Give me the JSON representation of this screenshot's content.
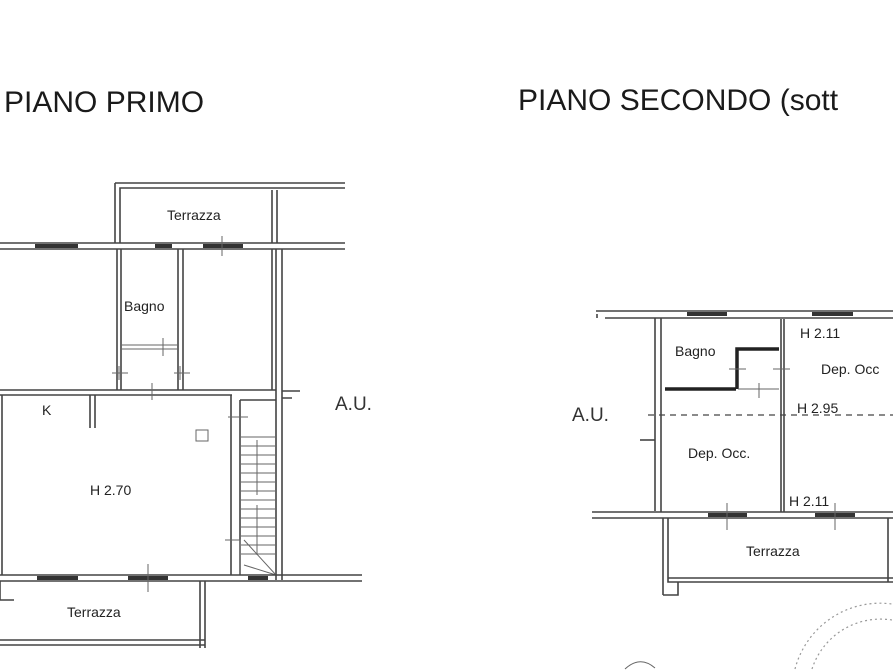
{
  "first_floor": {
    "title": "PIANO PRIMO",
    "rooms": {
      "terrace_top": "Terrazza",
      "bathroom": "Bagno",
      "kitchen": "K",
      "height": "H 2.70",
      "terrace_bottom": "Terrazza"
    },
    "adjacent": "A.U."
  },
  "second_floor": {
    "title": "PIANO SECONDO (sott",
    "rooms": {
      "bathroom": "Bagno",
      "storage_left": "Dep. Occ.",
      "storage_right": "Dep. Occ",
      "height_top": "H 2.11",
      "height_mid": "H 2.95",
      "height_bottom": "H 2.11",
      "terrace": "Terrazza"
    },
    "adjacent": "A.U."
  }
}
